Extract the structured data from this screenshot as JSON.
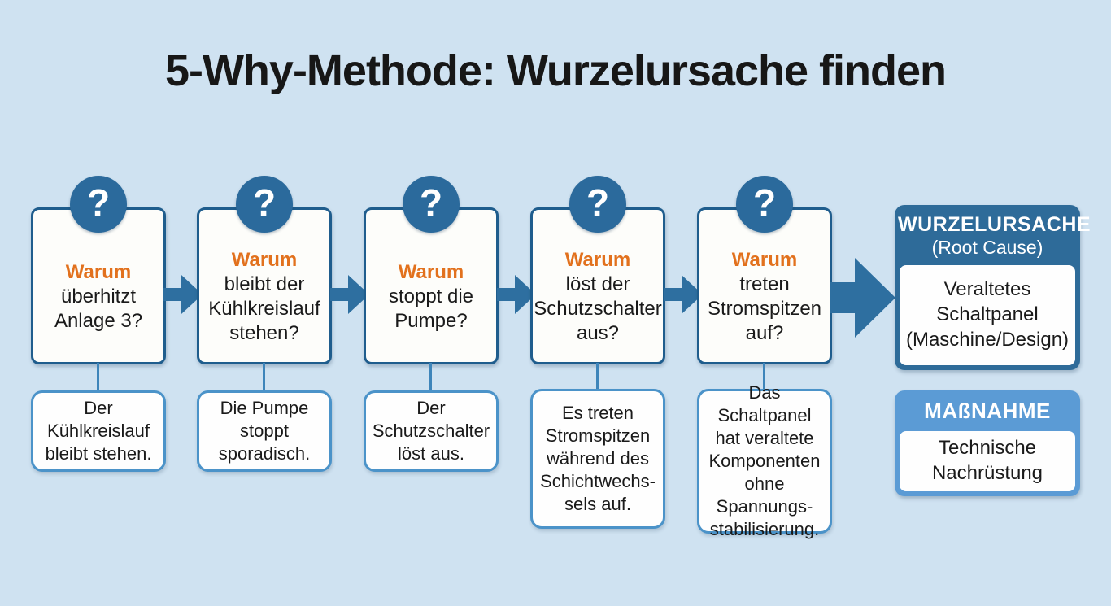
{
  "title": "5-Why-Methode: Wurzelursache finden",
  "question_mark": "?",
  "why_steps": [
    {
      "label": "Warum",
      "question": "überhitzt\nAnlage 3?",
      "answer": "Der\nKühlkreislauf\nbleibt stehen."
    },
    {
      "label": "Warum",
      "question": "bleibt der\nKühlkreislauf\nstehen?",
      "answer": "Die Pumpe\nstoppt\nsporadisch."
    },
    {
      "label": "Warum",
      "question": "stoppt die\nPumpe?",
      "answer": "Der\nSchutzschalter\nlöst aus."
    },
    {
      "label": "Warum",
      "question": "löst der\nSchutzschalter\naus?",
      "answer": "Es treten\nStromspitzen\nwährend des\nSchichtwechs-\nsels auf."
    },
    {
      "label": "Warum",
      "question": "treten\nStromspitzen\nauf?",
      "answer": "Das Schaltpanel\nhat veraltete\nKomponenten\nohne\nSpannungs-\nstabilisierung."
    }
  ],
  "root_cause": {
    "header": "WURZELURSACHE",
    "subheader": "(Root Cause)",
    "body": "Veraltetes\nSchaltpanel\n(Maschine/Design)"
  },
  "measure": {
    "header": "MAßNAHME",
    "body": "Technische\nNachrüstung"
  },
  "colors": {
    "background": "#cfe2f1",
    "why_box_border": "#1f5d8d",
    "question_circle": "#2b6a9c",
    "warum_label": "#e2711d",
    "arrow": "#2e6fa0",
    "answer_box_border": "#4b93c9",
    "root_cause_header_bg": "#2e6b99",
    "measure_header_bg": "#5b9bd5"
  }
}
